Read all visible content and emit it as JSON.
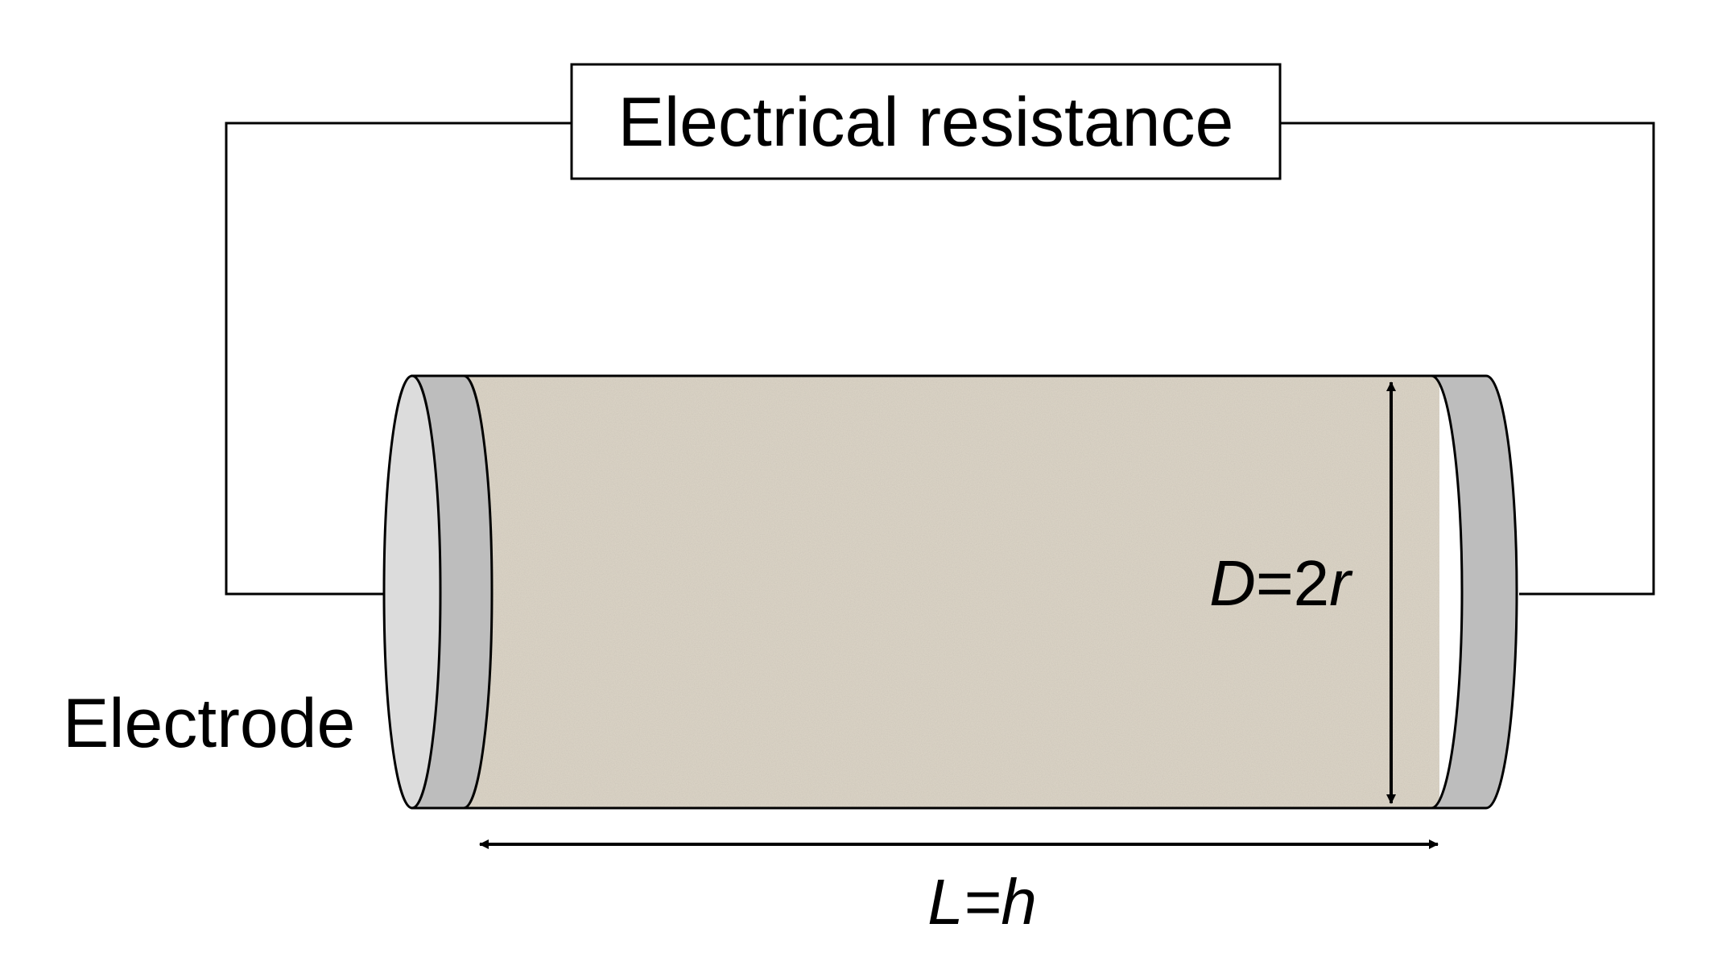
{
  "diagram": {
    "resistance_label": "Electrical resistance",
    "electrode_label": "Electrode",
    "diameter_label": {
      "var": "D",
      "eq": "=2",
      "sym": "r"
    },
    "length_label": "L=h"
  },
  "colors": {
    "line": "#000000",
    "sample_fill": "#d9d2c4",
    "electrode_band": "#bdbdbd",
    "electrode_face": "#dcdcdc",
    "background": "#ffffff"
  }
}
